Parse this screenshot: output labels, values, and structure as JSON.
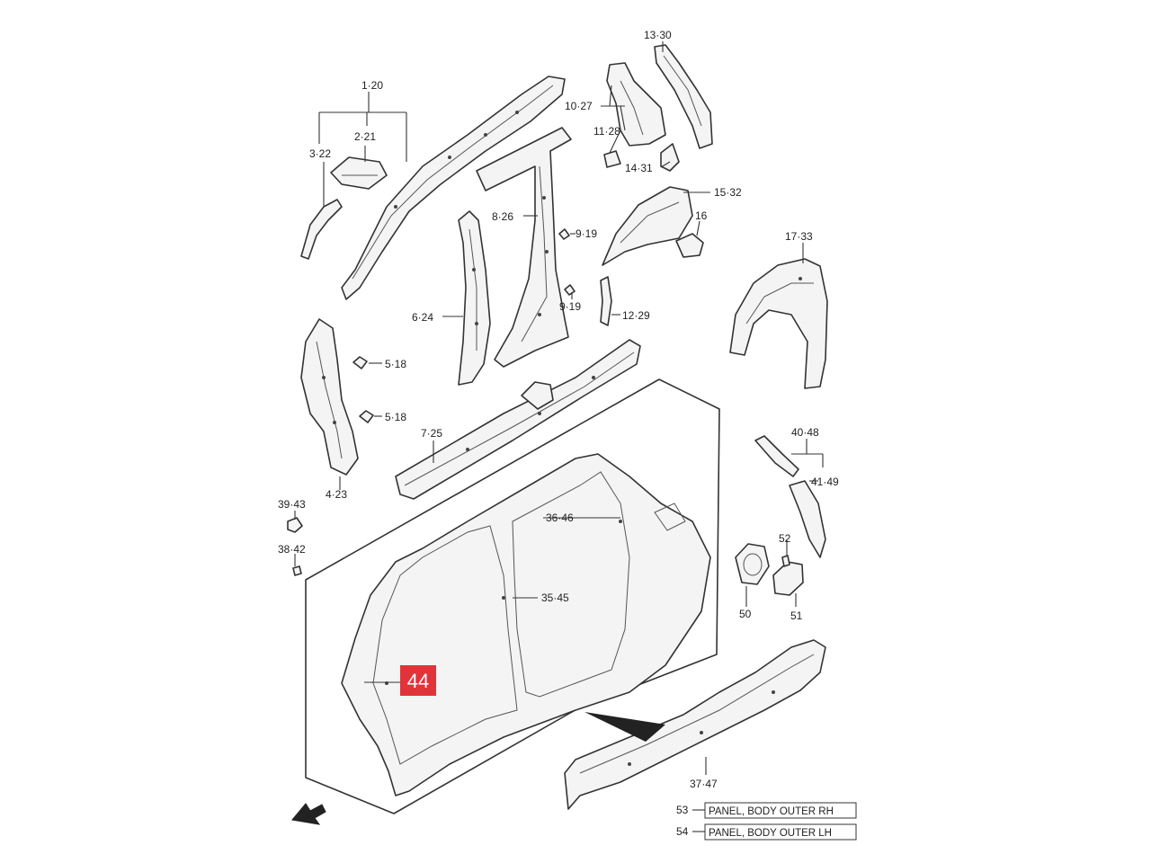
{
  "labels": {
    "l_1_20": "1·20",
    "l_2_21": "2·21",
    "l_3_22": "3·22",
    "l_4_23": "4·23",
    "l_5_18_a": "5·18",
    "l_5_18_b": "5·18",
    "l_6_24": "6·24",
    "l_7_25": "7·25",
    "l_8_26": "8·26",
    "l_9_19_a": "9·19",
    "l_9_19_b": "9·19",
    "l_10_27": "10·27",
    "l_11_28": "11·28",
    "l_12_29": "12·29",
    "l_13_30": "13·30",
    "l_14_31": "14·31",
    "l_15_32": "15·32",
    "l_16": "16",
    "l_17_33": "17·33",
    "l_35_45": "35·45",
    "l_36_46": "36·46",
    "l_37_47": "37·47",
    "l_38_42": "38·42",
    "l_39_43": "39·43",
    "l_40_48": "40·48",
    "l_41_49": "41·49",
    "l_50": "50",
    "l_51": "51",
    "l_52": "52",
    "l_53": "53",
    "l_54": "54"
  },
  "highlight": {
    "number": "44",
    "color": "#e0343a"
  },
  "legend": {
    "panel_rh": "PANEL, BODY OUTER RH",
    "panel_lh": "PANEL, BODY OUTER LH"
  }
}
